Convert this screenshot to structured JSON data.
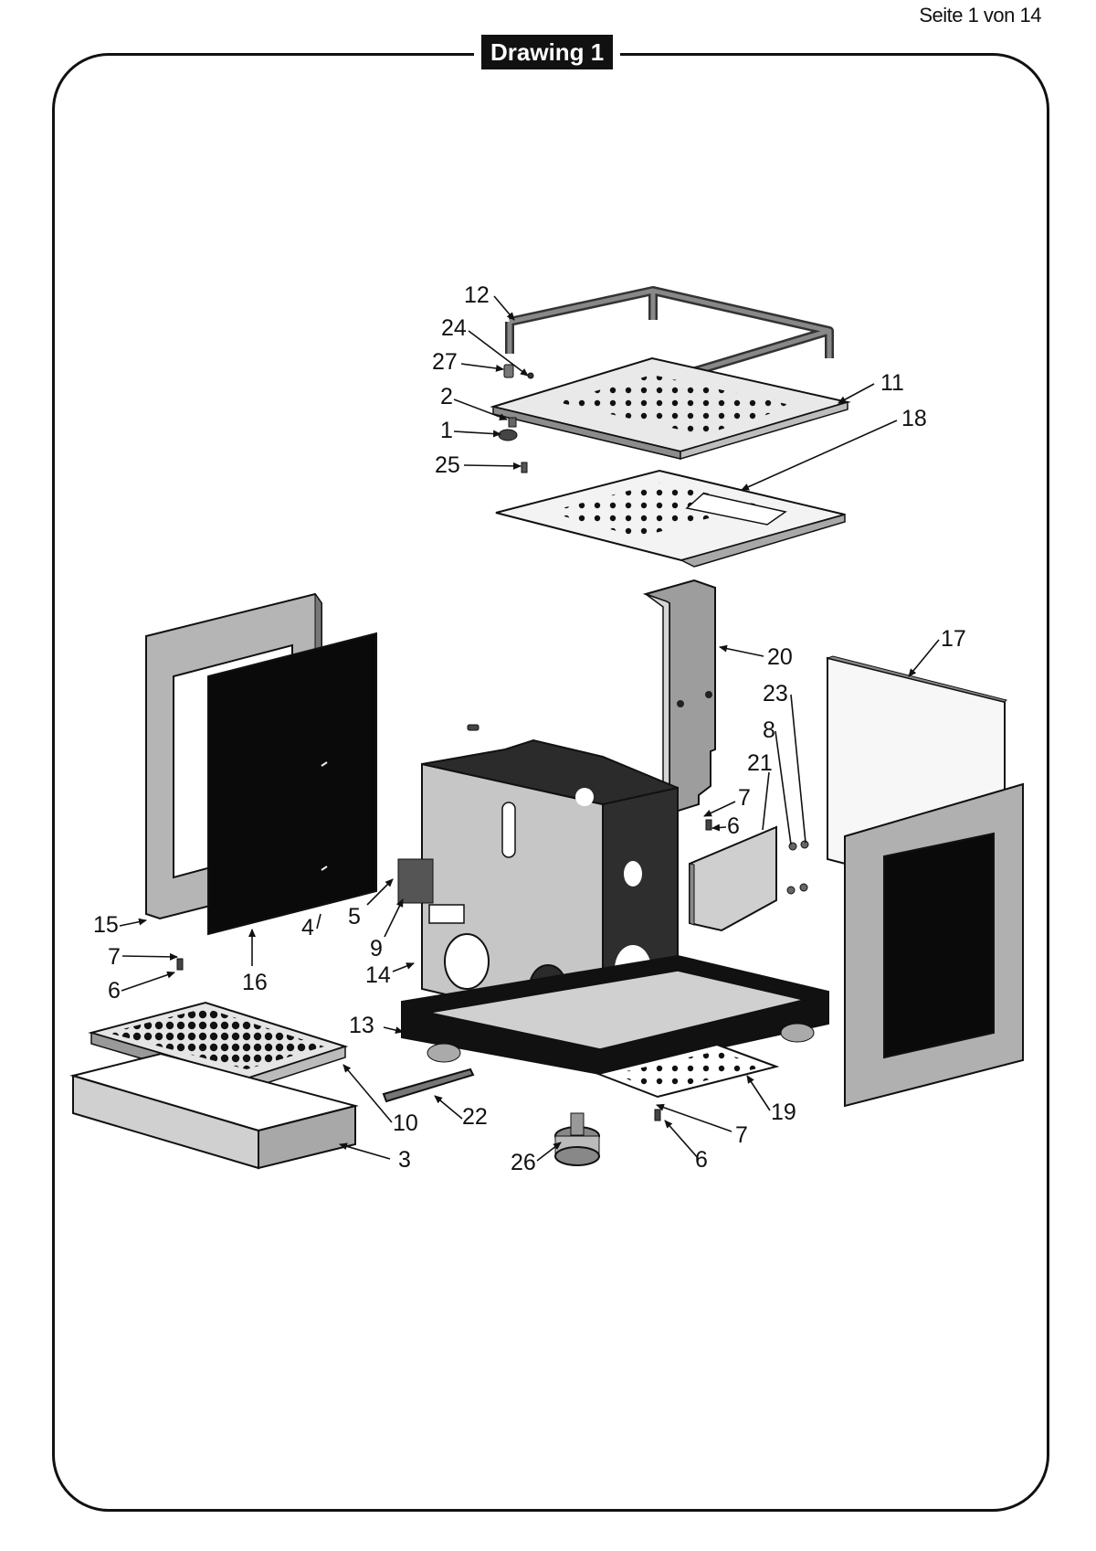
{
  "header": {
    "page_number": "Seite 1 von 14",
    "title": "Drawing 1"
  },
  "colors": {
    "frame": "#111111",
    "dark_part": "#0c0c0c",
    "mid_part": "#9b9b9b",
    "light_part": "#e3e3e3"
  },
  "callouts": {
    "c12": "12",
    "c24": "24",
    "c27": "27",
    "c2": "2",
    "c1": "1",
    "c25": "25",
    "c11": "11",
    "c18": "18",
    "c20": "20",
    "c17": "17",
    "c23": "23",
    "c8": "8",
    "c21": "21",
    "c7a": "7",
    "c6a": "6",
    "c15": "15",
    "c4": "4",
    "c5": "5",
    "c9": "9",
    "c7b": "7",
    "c6b": "6",
    "c16": "16",
    "c14": "14",
    "c13": "13",
    "c10": "10",
    "c22": "22",
    "c3": "3",
    "c26": "26",
    "c19": "19",
    "c7c": "7",
    "c6c": "6"
  }
}
